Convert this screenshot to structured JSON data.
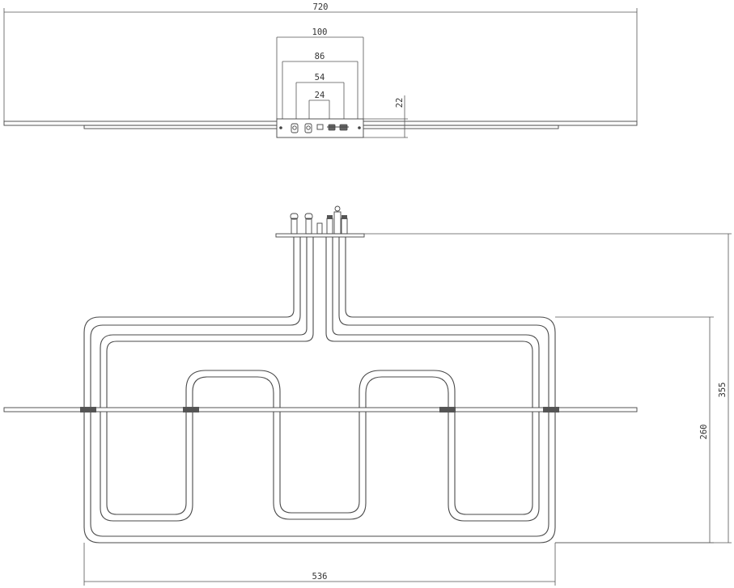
{
  "top_view": {
    "overall_width": "720",
    "flange_width": "100",
    "terminal_outer": "86",
    "terminal_mid": "54",
    "terminal_inner": "24",
    "flange_height": "22"
  },
  "front_view": {
    "element_width": "536",
    "element_height": "260",
    "total_height": "355"
  },
  "colors": {
    "line": "#444444",
    "background": "#ffffff"
  }
}
